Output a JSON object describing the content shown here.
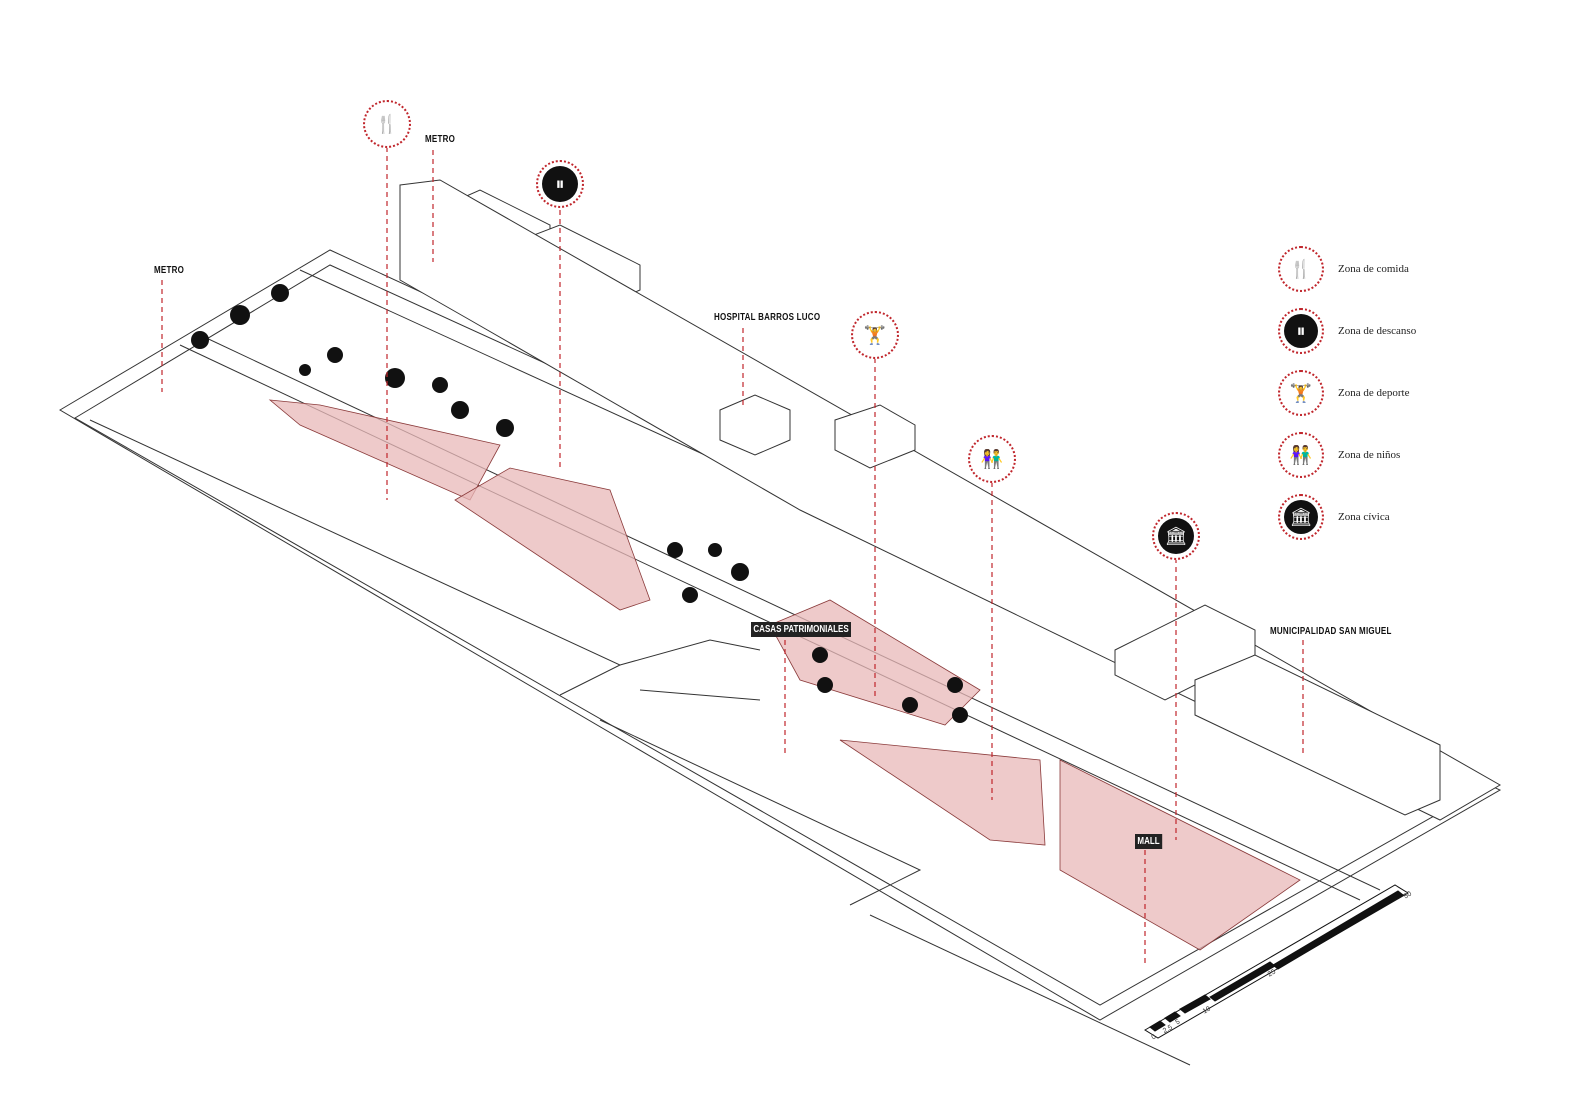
{
  "labels": {
    "metro_left": "METRO",
    "metro_top": "METRO",
    "hospital": "HOSPITAL BARROS LUCO",
    "municipalidad": "MUNICIPALIDAD SAN MIGUEL",
    "casas": "CASAS PATRIMONIALES",
    "mall": "MALL"
  },
  "legend": [
    {
      "icon": "cutlery-icon",
      "glyph": "🍴",
      "label": "Zona de comida"
    },
    {
      "icon": "pause-icon",
      "glyph": "⏸",
      "label": "Zona de descanso"
    },
    {
      "icon": "weightlifter-icon",
      "glyph": "🏋",
      "label": "Zona de deporte"
    },
    {
      "icon": "children-icon",
      "glyph": "👫",
      "label": "Zona de niños"
    },
    {
      "icon": "civic-building-icon",
      "glyph": "🏛",
      "label": "Zona cívica"
    }
  ],
  "scale": {
    "ticks": [
      "0",
      "2.5",
      "5",
      "10",
      "25",
      "50"
    ]
  },
  "colors": {
    "accent": "#c0262c",
    "zone_fill": "#e8b8b8",
    "ink": "#111111"
  }
}
